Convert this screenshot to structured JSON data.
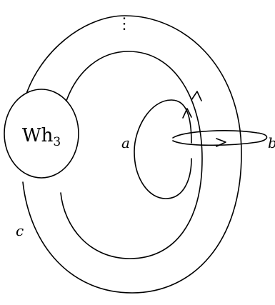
{
  "labels": {
    "a": "a",
    "b": "b",
    "c": "c",
    "box_main": "Wh",
    "box_sub": "3",
    "ellipsis": "⋮"
  }
}
